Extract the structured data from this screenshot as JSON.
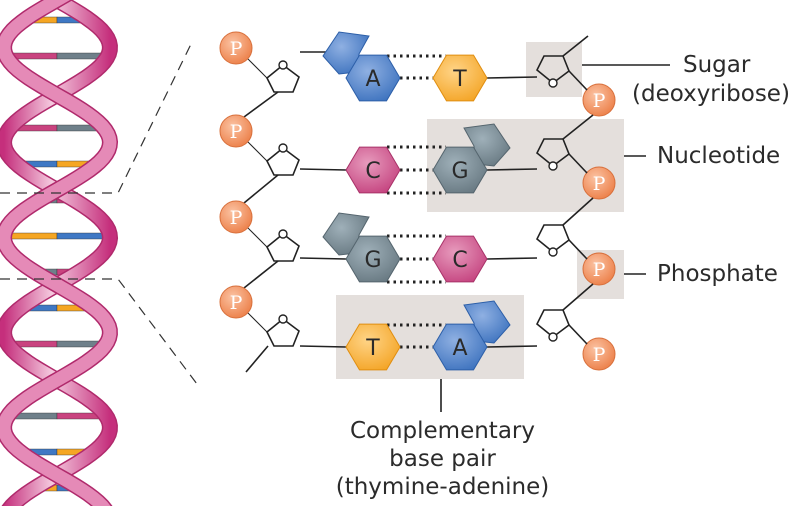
{
  "figure": {
    "subject": "DNA double helix and base pairing",
    "colors": {
      "adenine": "#3f78c4",
      "thymine": "#f5a623",
      "cytosine": "#c9437f",
      "guanine": "#6f808a",
      "phosphate": "#f08a55",
      "helix": "#d2418a",
      "highlight_box": "#e4dfdc",
      "line": "#222222"
    }
  },
  "helix": {
    "name": "double-helix",
    "rungs": [
      {
        "left": "thymine",
        "right": "adenine"
      },
      {
        "left": "cytosine",
        "right": "guanine"
      },
      {
        "left": "adenine",
        "right": "thymine"
      },
      {
        "left": "cytosine",
        "right": "guanine"
      },
      {
        "left": "adenine",
        "right": "thymine"
      },
      {
        "left": "guanine",
        "right": "cytosine"
      },
      {
        "left": "thymine",
        "right": "adenine"
      },
      {
        "left": "guanine",
        "right": "cytosine"
      },
      {
        "left": "adenine",
        "right": "thymine"
      },
      {
        "left": "cytosine",
        "right": "guanine"
      },
      {
        "left": "thymine",
        "right": "adenine"
      },
      {
        "left": "guanine",
        "right": "cytosine"
      },
      {
        "left": "adenine",
        "right": "thymine"
      },
      {
        "left": "thymine",
        "right": "adenine"
      }
    ]
  },
  "base_pairs": [
    {
      "left": {
        "letter": "A",
        "base": "adenine"
      },
      "right": {
        "letter": "T",
        "base": "thymine"
      },
      "hydrogen_bonds": 2
    },
    {
      "left": {
        "letter": "C",
        "base": "cytosine"
      },
      "right": {
        "letter": "G",
        "base": "guanine"
      },
      "hydrogen_bonds": 3
    },
    {
      "left": {
        "letter": "G",
        "base": "guanine"
      },
      "right": {
        "letter": "C",
        "base": "cytosine"
      },
      "hydrogen_bonds": 3
    },
    {
      "left": {
        "letter": "T",
        "base": "thymine"
      },
      "right": {
        "letter": "A",
        "base": "adenine"
      },
      "hydrogen_bonds": 2
    }
  ],
  "phosphate_letter": "P",
  "labels": {
    "sugar_line1": "Sugar",
    "sugar_line2": "(deoxyribose)",
    "nucleotide": "Nucleotide",
    "phosphate": "Phosphate",
    "pair_line1": "Complementary",
    "pair_line2": "base pair",
    "pair_line3": "(thymine-adenine)"
  }
}
